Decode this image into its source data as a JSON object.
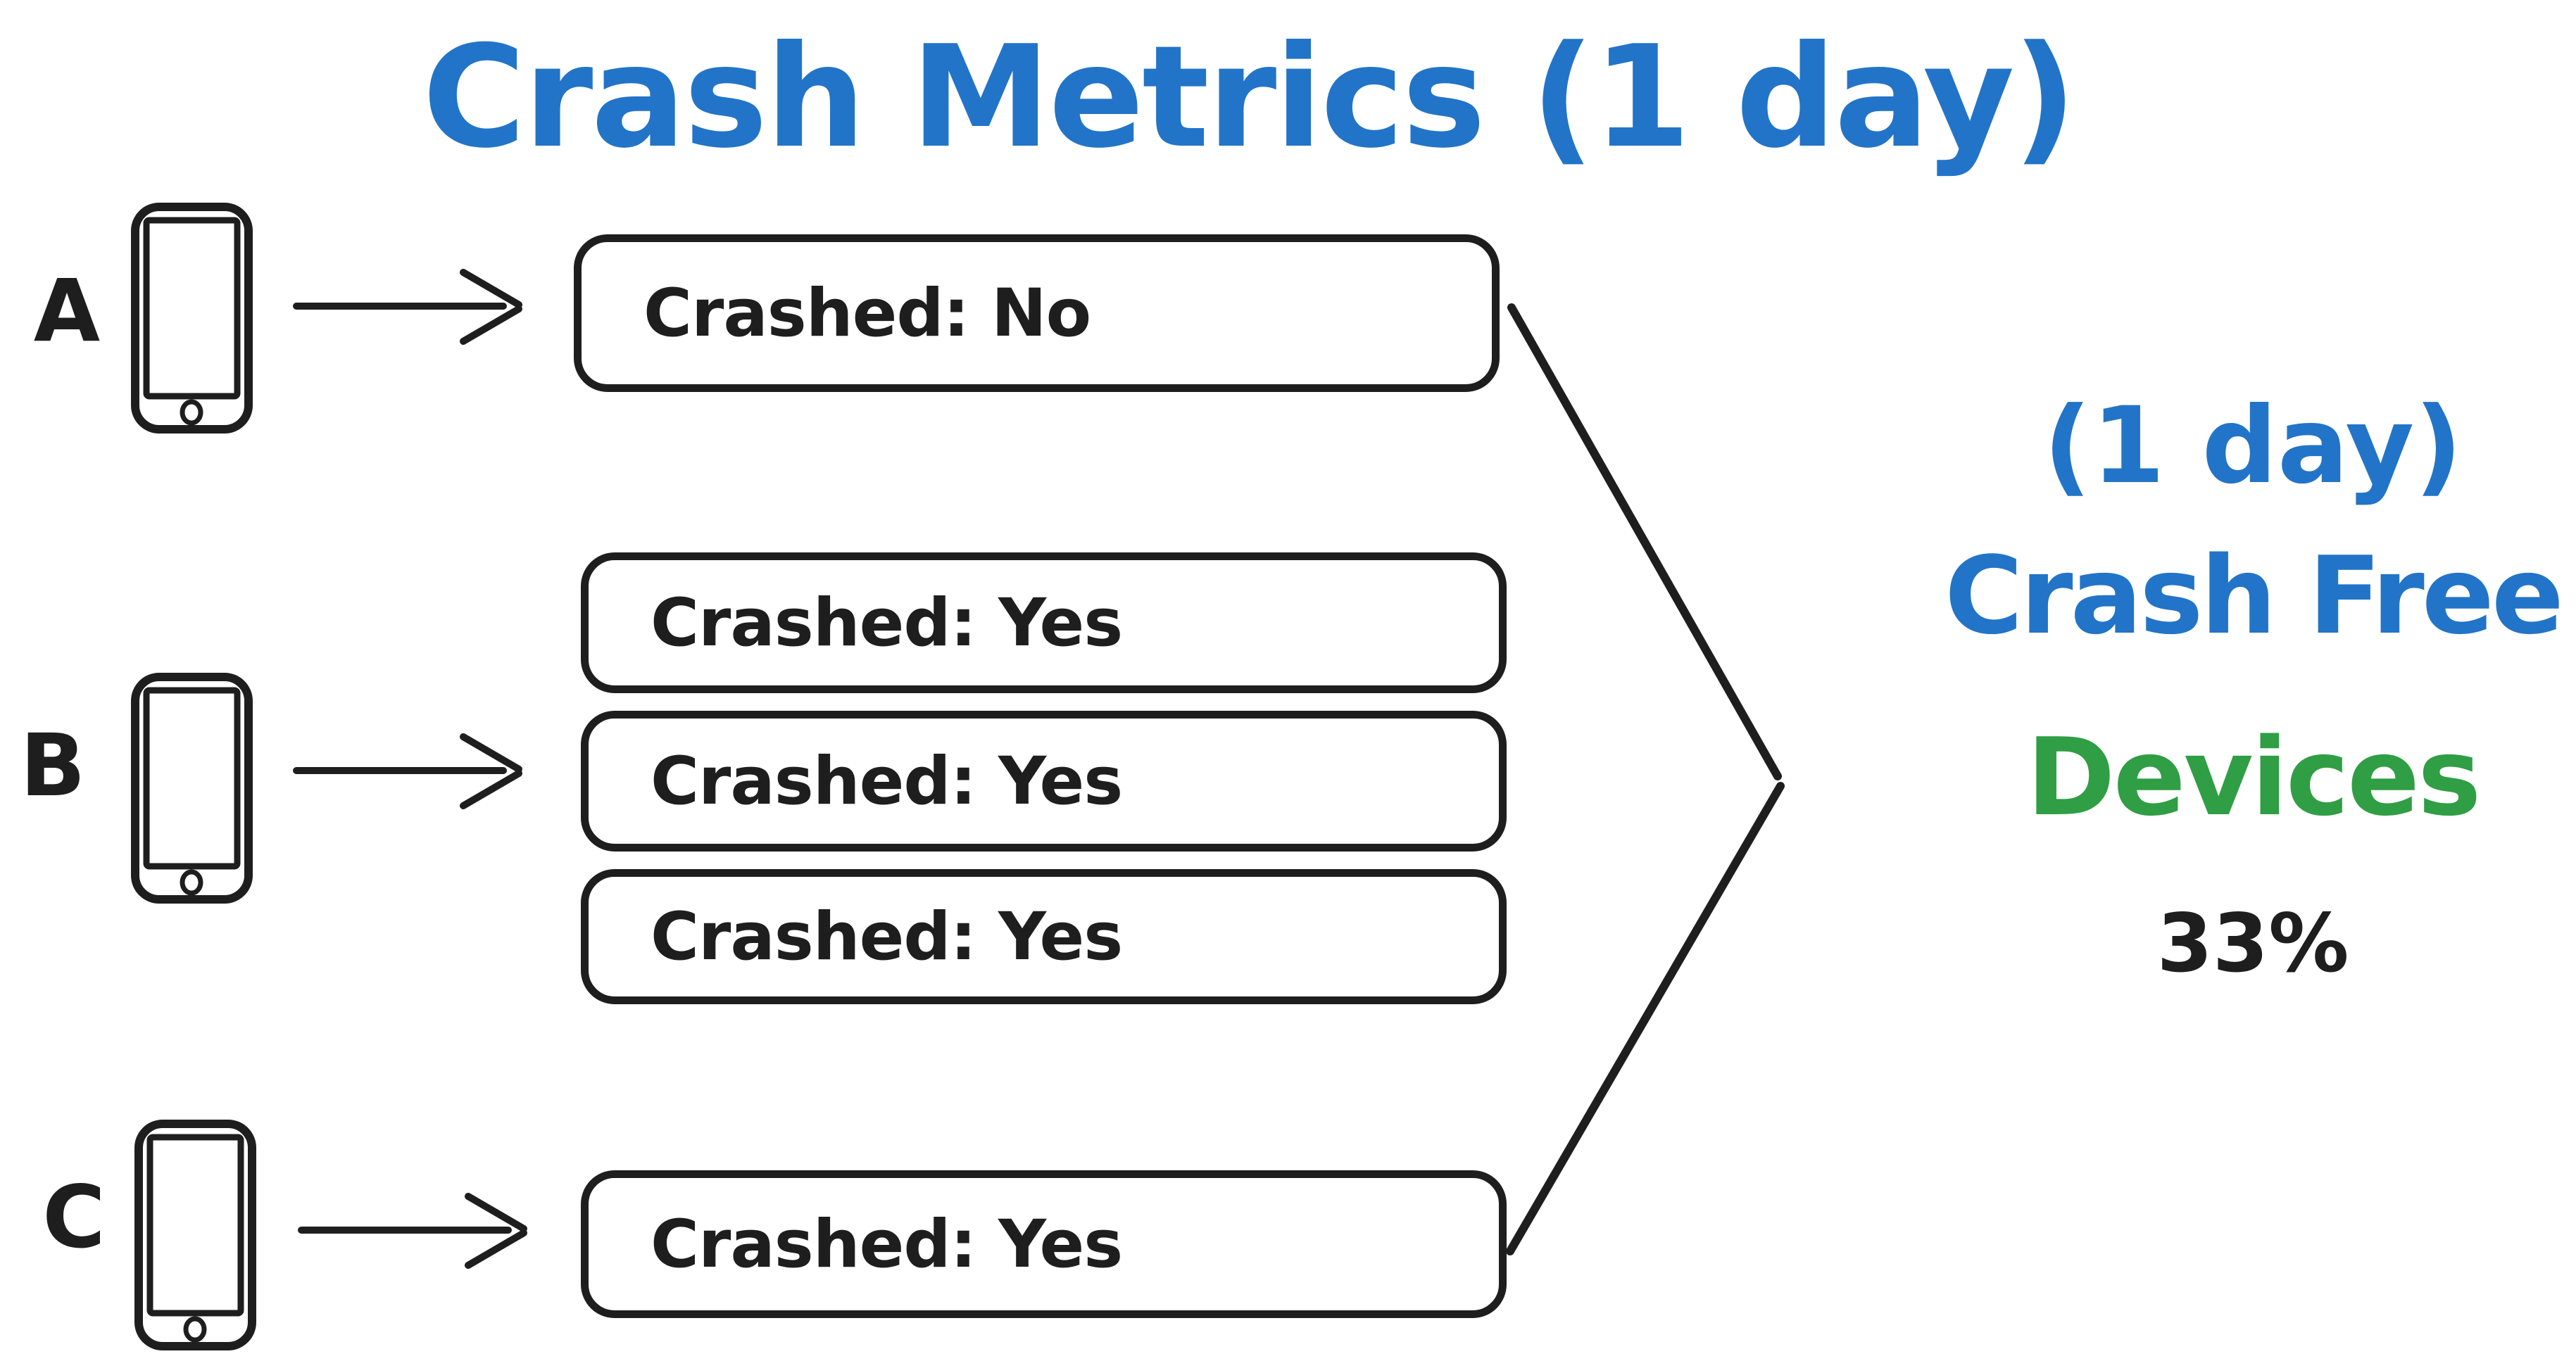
{
  "title": "Crash Metrics (1 day)",
  "colors": {
    "blue": "#2274c8",
    "green": "#2f9e44",
    "ink": "#1e1e1e",
    "background": "#ffffff"
  },
  "icons": {
    "device": "phone-icon",
    "flow": "arrow-right-icon",
    "merge": "chevron-right-icon"
  },
  "devices": [
    {
      "label": "A",
      "sessions": [
        {
          "label": "Crashed: No"
        }
      ]
    },
    {
      "label": "B",
      "sessions": [
        {
          "label": "Crashed: Yes"
        },
        {
          "label": "Crashed: Yes"
        },
        {
          "label": "Crashed: Yes"
        }
      ]
    },
    {
      "label": "C",
      "sessions": [
        {
          "label": "Crashed: Yes"
        }
      ]
    }
  ],
  "result": {
    "period": "(1 day)",
    "metric_line1": "Crash Free",
    "metric_line2": "Devices",
    "value": "33%"
  }
}
